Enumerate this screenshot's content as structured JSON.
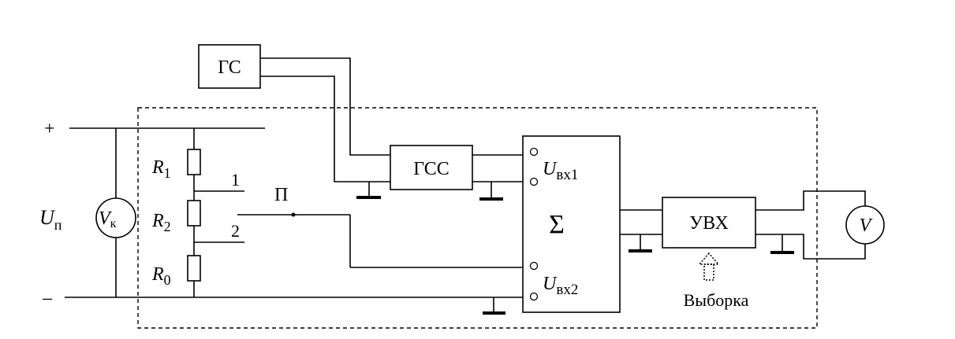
{
  "terminals": {
    "plus": "+",
    "minus": "–"
  },
  "supply": {
    "main": "U",
    "sub": "п"
  },
  "voltmeter_k": {
    "main": "V",
    "sub": "к"
  },
  "resistors": [
    {
      "main": "R",
      "sub": "1"
    },
    {
      "main": "R",
      "sub": "2"
    },
    {
      "main": "R",
      "sub": "0"
    }
  ],
  "taps": {
    "tap1": "1",
    "tap2": "2"
  },
  "switch_label": "П",
  "blocks": {
    "gs": "ГС",
    "gss": "ГСС",
    "sum": "Σ",
    "uvh": "УВХ"
  },
  "inputs": {
    "in1": {
      "main": "U",
      "sub": "вх1"
    },
    "in2": {
      "main": "U",
      "sub": "вх2"
    }
  },
  "voltmeter": "V",
  "sample_label": "Выборка"
}
